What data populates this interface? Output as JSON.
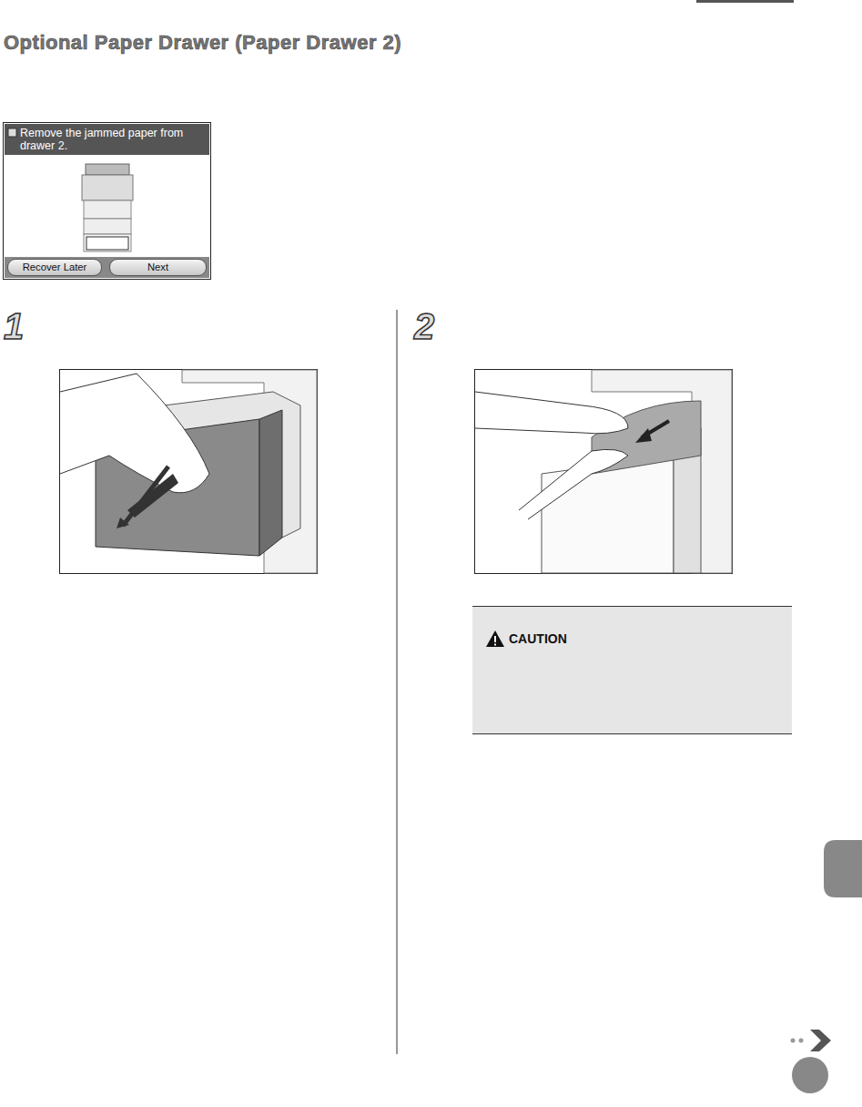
{
  "diagram": {
    "title": "Optional Paper Drawer (Paper Drawer 2)",
    "nodes": [
      {
        "text": [
          "Remove the jammed paper from drawer 2."
        ]
      },
      {
        "text": [
          "Recover Later"
        ],
        "in": 0
      },
      {
        "text": [
          "Next"
        ],
        "in": 0
      },
      {
        "text": [
          "CAUTION"
        ]
      }
    ],
    "labels": [
      "1",
      "2"
    ]
  }
}
